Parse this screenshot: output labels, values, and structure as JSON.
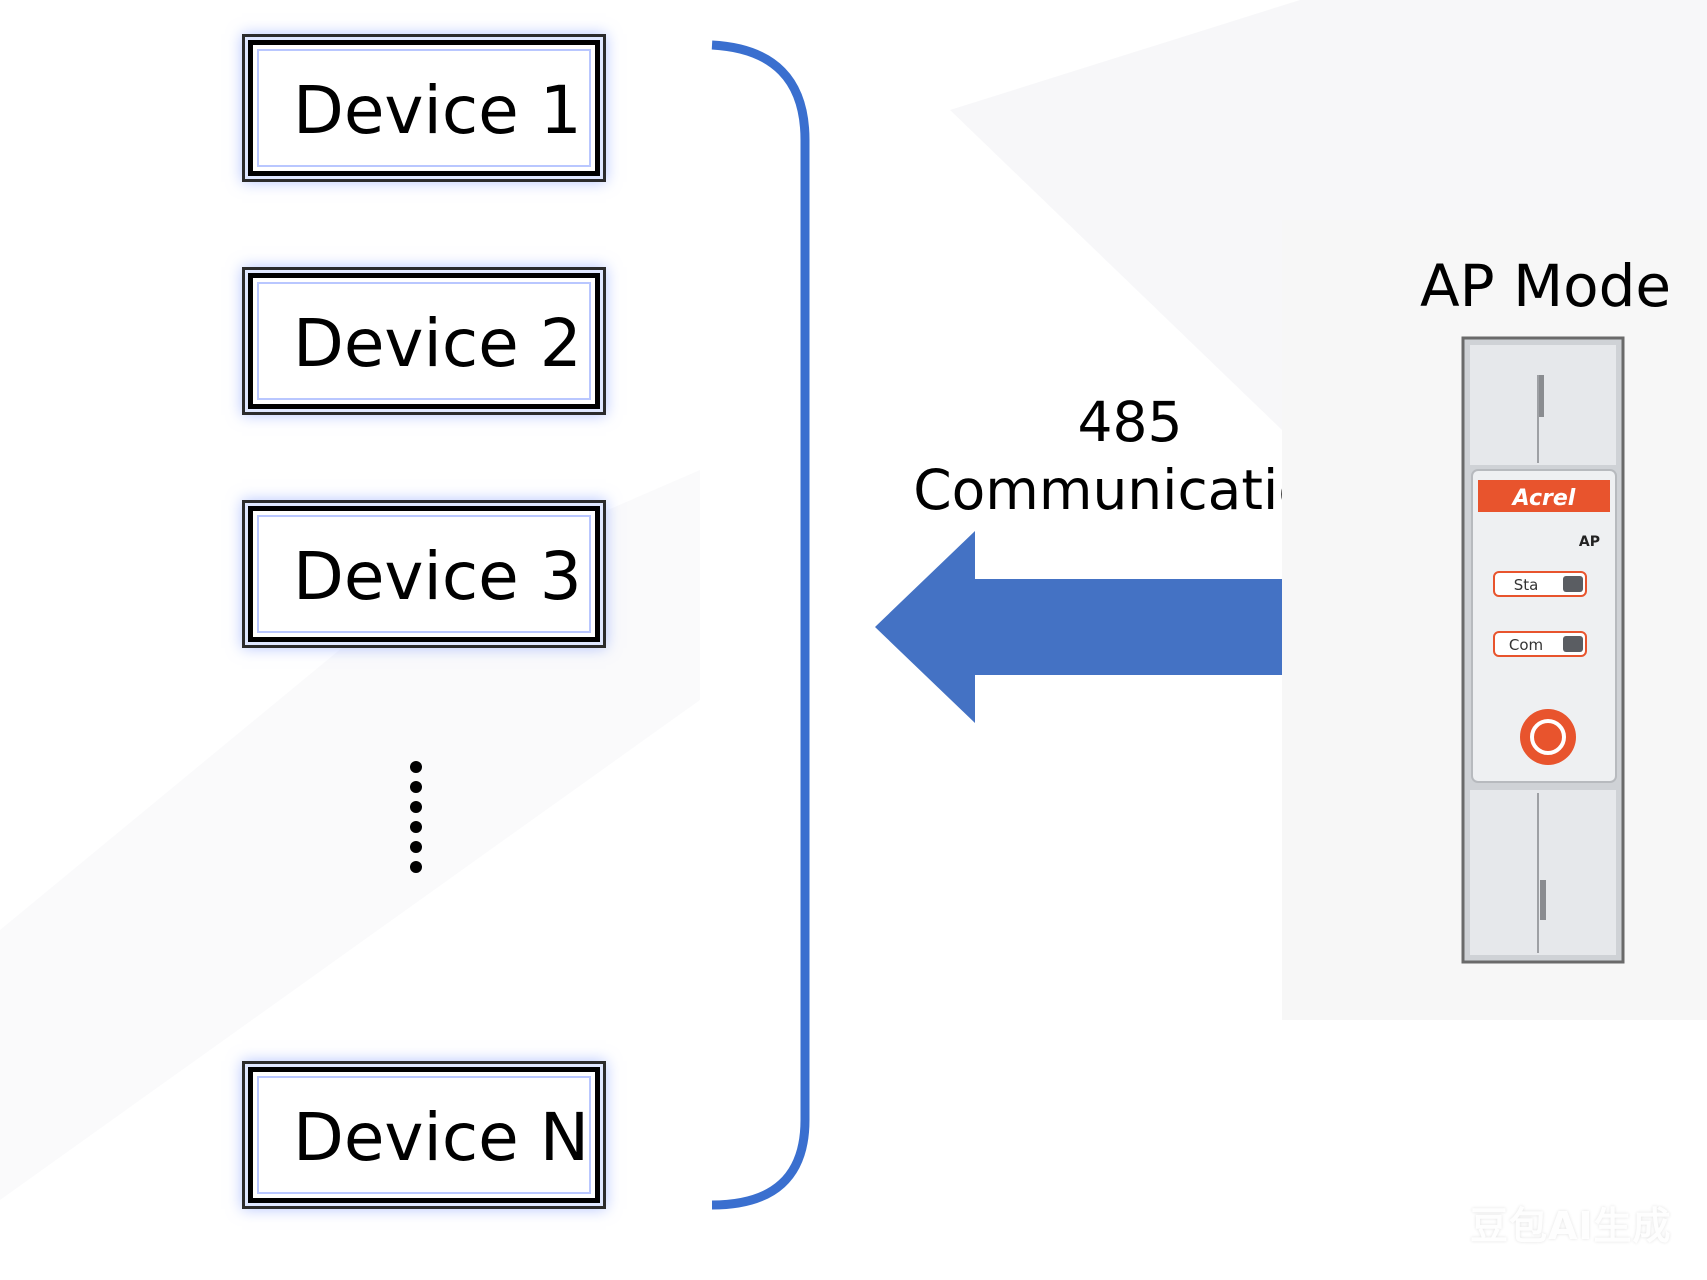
{
  "devices": [
    {
      "label": "Device 1"
    },
    {
      "label": "Device 2"
    },
    {
      "label": "Device 3"
    },
    {
      "label": "Device N"
    }
  ],
  "communication": {
    "number": "485",
    "label": "Communication"
  },
  "ap": {
    "title": "AP Mode",
    "brand": "Acrel",
    "model": "AP",
    "sta_label": "Sta",
    "com_label": "Com"
  },
  "watermark": "豆包AI生成",
  "colors": {
    "connector_blue": "#3a6fcf",
    "arrow_blue": "#4472c4",
    "box_glow": "#8aa2ff",
    "brand_orange": "#e8542d"
  }
}
